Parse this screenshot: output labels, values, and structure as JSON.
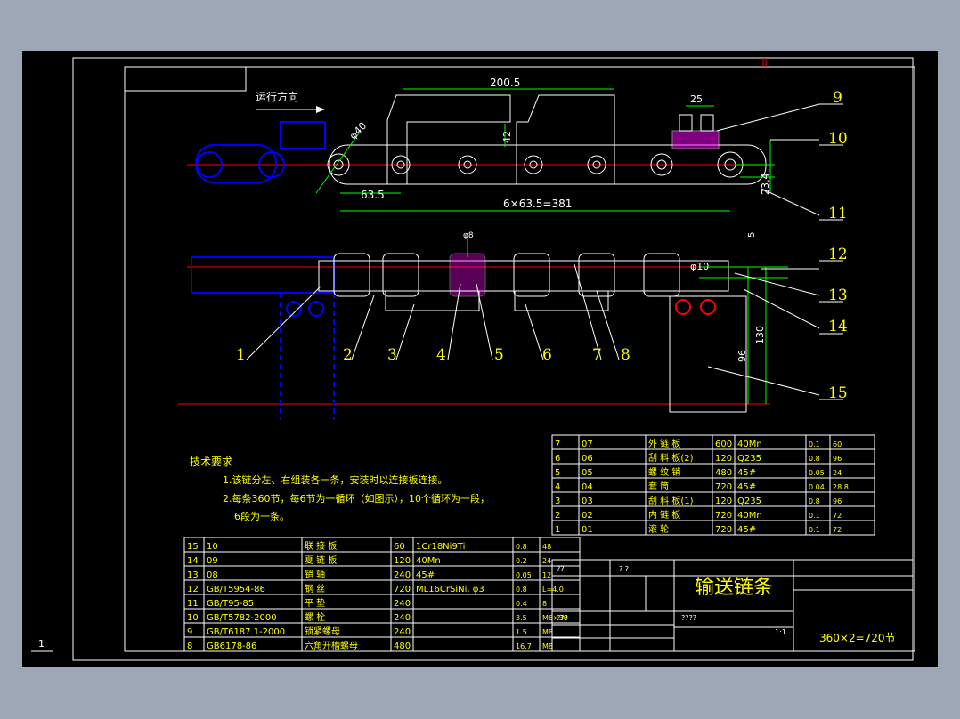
{
  "drawing": {
    "title": "输送链条",
    "quantity_note": "360×2=720节",
    "direction_label": "运行方向",
    "sheet_marker": "1",
    "colors": {
      "background": "#000000",
      "outline": "#ffffff",
      "dims": "#00ff00",
      "center": "#ff0000",
      "hidden": "#0000ff",
      "part": "#ff00ff",
      "title": "#ffff00"
    }
  },
  "dimensions": {
    "pitch_len": "200.5",
    "hole_d": "φ40",
    "plate_h": "42",
    "pitch": "63.5",
    "total": "6×63.5=381",
    "offset": "23.4",
    "pin_d": "φ10",
    "top_gap": "5",
    "h130": "130",
    "h96": "96",
    "small_top": "φ8",
    "w25": "25"
  },
  "balloons": [
    "1",
    "2",
    "3",
    "4",
    "5",
    "6",
    "7",
    "8",
    "9",
    "10",
    "11",
    "12",
    "13",
    "14",
    "15"
  ],
  "tech_notes": {
    "heading": "技术要求",
    "line1": "1.该链分左、右组装各一条，安装时以连接板连接。",
    "line2": "2.每条360节，每6节为一循环（如图示），10个循环为一段，",
    "line3": "6段为一条。"
  },
  "bom_upper": [
    {
      "no": "7",
      "code": "07",
      "name": "外 链 板",
      "qty": "600",
      "mat": "40Mn",
      "w1": "0.1",
      "w2": "60"
    },
    {
      "no": "6",
      "code": "06",
      "name": "刮 料 板(2)",
      "qty": "120",
      "mat": "Q235",
      "w1": "0.8",
      "w2": "96"
    },
    {
      "no": "5",
      "code": "05",
      "name": "螺 纹 销",
      "qty": "480",
      "mat": "45#",
      "w1": "0.05",
      "w2": "24"
    },
    {
      "no": "4",
      "code": "04",
      "name": "套   筒",
      "qty": "720",
      "mat": "45#",
      "w1": "0.04",
      "w2": "28.8"
    },
    {
      "no": "3",
      "code": "03",
      "name": "刮 料 板(1)",
      "qty": "120",
      "mat": "Q235",
      "w1": "0.8",
      "w2": "96"
    },
    {
      "no": "2",
      "code": "02",
      "name": "内 链 板",
      "qty": "720",
      "mat": "40Mn",
      "w1": "0.1",
      "w2": "72"
    },
    {
      "no": "1",
      "code": "01",
      "name": "滚   轮",
      "qty": "720",
      "mat": "45#",
      "w1": "0.1",
      "w2": "72"
    }
  ],
  "bom_lower": [
    {
      "no": "15",
      "code": "10",
      "name": "联 接 板",
      "qty": "60",
      "mat": "1Cr18Ni9Ti",
      "w1": "0.8",
      "w2": "48"
    },
    {
      "no": "14",
      "code": "09",
      "name": "夏 链 板",
      "qty": "120",
      "mat": "40Mn",
      "w1": "0.2",
      "w2": "24"
    },
    {
      "no": "13",
      "code": "08",
      "name": "销   轴",
      "qty": "240",
      "mat": "45#",
      "w1": "0.05",
      "w2": "12"
    },
    {
      "no": "12",
      "code": "GB/T5954-86",
      "name": "钢   丝",
      "qty": "720",
      "mat": "ML16CrSiNi, φ3",
      "w1": "0.8",
      "w2": "L=4.0"
    },
    {
      "no": "11",
      "code": "GB/T95-85",
      "name": "平   垫",
      "qty": "240",
      "mat": "",
      "w1": "0.4",
      "w2": "8"
    },
    {
      "no": "10",
      "code": "GB/T5782-2000",
      "name": "螺   栓",
      "qty": "240",
      "mat": "",
      "w1": "3.5",
      "w2": "M6×30"
    },
    {
      "no": "9",
      "code": "GB/T6187.1-2000",
      "name": "锁紧螺母",
      "qty": "240",
      "mat": "",
      "w1": "1.5",
      "w2": "M8"
    },
    {
      "no": "8",
      "code": "GB6178-86",
      "name": "六角开槽螺母",
      "qty": "480",
      "mat": "",
      "w1": "16.7",
      "w2": "M8"
    }
  ],
  "title_block": {
    "q1": "??",
    "q2": "?   ?",
    "q3": "????",
    "scale": "1:1",
    "qq": "???"
  }
}
